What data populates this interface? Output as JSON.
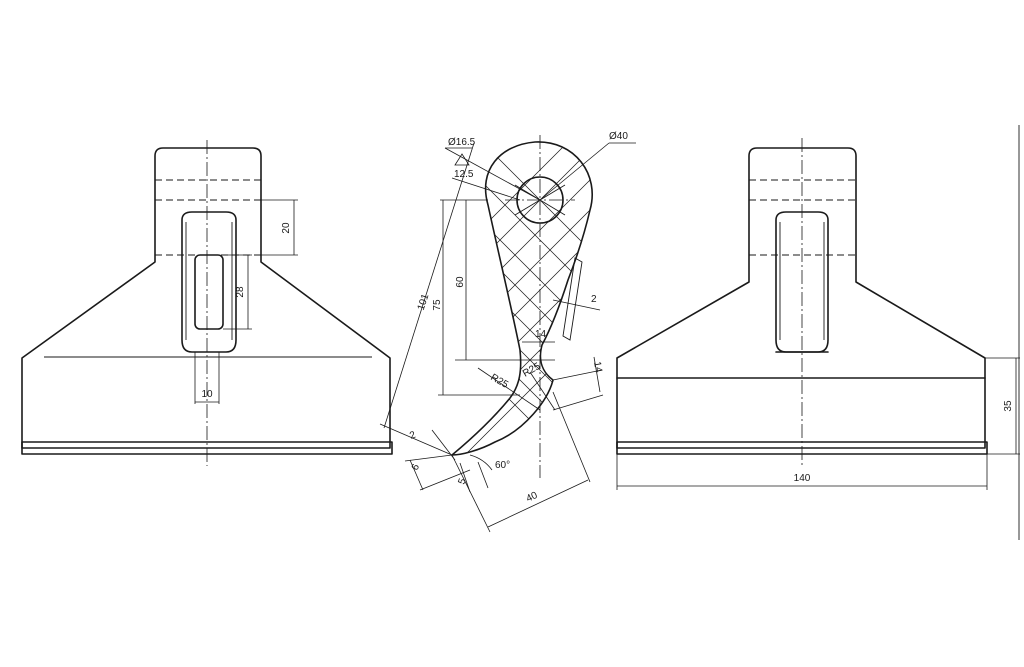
{
  "dimensions": {
    "left_slot_height": "20",
    "left_window_height": "28",
    "left_window_width": "10",
    "pin_hole_diameter": "Ø16.5",
    "tolerance_value": "12.5",
    "boss_diameter": "Ø40",
    "overall_slant": "101",
    "height_75": "75",
    "height_60": "60",
    "groove_depth": "2",
    "neck_width": "14",
    "fillet_radius_a": "R25",
    "fillet_radius_b": "R25",
    "tip_offset": "14",
    "edge_thickness": "2",
    "tip_width": "6",
    "tip_step": "5",
    "tip_angle": "60°",
    "blade_length": "40",
    "overall_width": "140",
    "base_height": "35"
  }
}
